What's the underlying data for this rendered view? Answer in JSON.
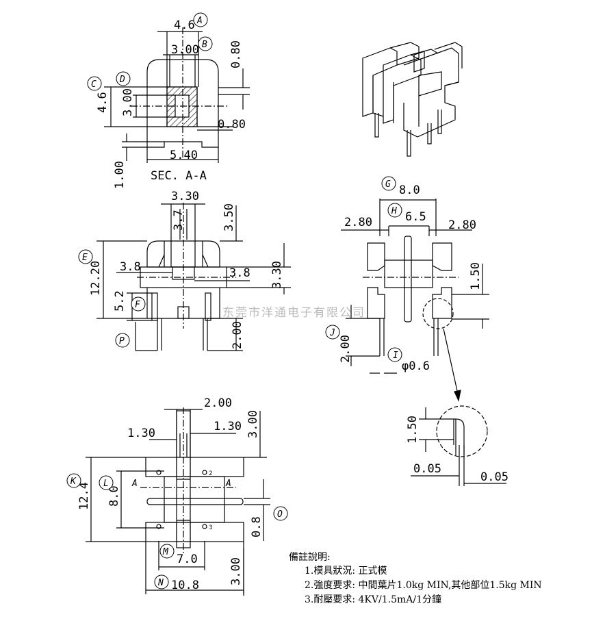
{
  "dims": {
    "d_46a": "4.6",
    "d_300a": "3.00",
    "d_080a": "0.80",
    "d_46b": "4.6",
    "d_300b": "3.00",
    "d_080b": "0.80",
    "d_540": "5.40",
    "d_100": "1.00",
    "d_330a": "3.30",
    "d_37": "3.7",
    "d_350": "3.50",
    "d_1220": "12.20",
    "d_38a": "3.8",
    "d_38b": "3.8",
    "d_330b": "3.30",
    "d_52": "5.2",
    "d_200a": "2.00",
    "d_80": "8.0",
    "d_65": "6.5",
    "d_280a": "2.80",
    "d_280b": "2.80",
    "d_150a": "1.50",
    "d_200b": "2.00",
    "d_phi": "φ0.6",
    "d_150b": "1.50",
    "d_005a": "0.05",
    "d_005b": "0.05",
    "d_200c": "2.00",
    "d_130a": "1.30",
    "d_130b": "1.30",
    "d_300c": "3.00",
    "d_124": "12.4",
    "d_80b": "8.0",
    "d_08": "0.8",
    "d_70": "7.0",
    "d_108": "10.8",
    "d_300d": "3.00"
  },
  "balloons": [
    "A",
    "B",
    "C",
    "D",
    "E",
    "F",
    "P",
    "G",
    "H",
    "I",
    "J",
    "K",
    "L",
    "M",
    "N",
    "O"
  ],
  "section_label": "SEC. A-A",
  "section_marks": [
    "A",
    "A"
  ],
  "pin_numbers": [
    "2",
    "3"
  ],
  "watermark": "东莞市洋通电子有限公司",
  "notes": {
    "title": "備註說明:",
    "line1": "1.模具狀況: 正式模",
    "line2": "2.強度要求: 中間葉片1.0kg MIN,其他部位1.5kg MIN",
    "line3": "3.耐壓要求: 4KV/1.5mA/1分鐘"
  }
}
